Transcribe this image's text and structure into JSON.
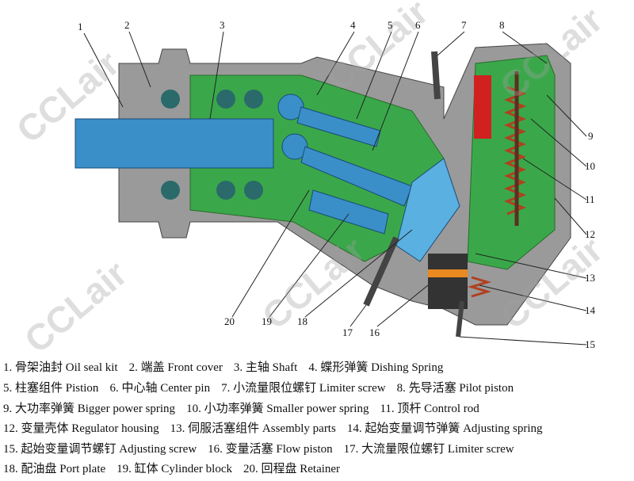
{
  "watermark": "CCLair",
  "callouts": [
    "1",
    "2",
    "3",
    "4",
    "5",
    "6",
    "7",
    "8",
    "9",
    "10",
    "11",
    "12",
    "13",
    "14",
    "15",
    "16",
    "17",
    "18",
    "19",
    "20"
  ],
  "legend": [
    [
      "1. 骨架油封 Oil seal kit",
      "2. 端盖 Front cover",
      "3. 主轴 Shaft",
      "4. 蝶形弹簧 Dishing Spring"
    ],
    [
      "5. 柱塞组件 Pistion",
      "6. 中心轴 Center pin",
      "7. 小流量限位螺钉 Limiter screw",
      "8. 先导活塞 Pilot piston"
    ],
    [
      "9. 大功率弹簧 Bigger power spring",
      "10. 小功率弹簧 Smaller power spring",
      "11. 顶杆 Control rod"
    ],
    [
      "12. 变量壳体 Regulator housing",
      "13. 伺服活塞组件 Assembly parts",
      "14. 起始变量调节弹簧 Adjusting spring"
    ],
    [
      "15. 起始变量调节螺钉 Adjusting screw",
      "16. 变量活塞 Flow piston",
      "17. 大流量限位螺钉 Limiter screw"
    ],
    [
      "18. 配油盘 Port plate",
      "19. 缸体 Cylinder block",
      "20. 回程盘 Retainer"
    ]
  ],
  "colors": {
    "housing": "#9a9a9a",
    "oil": "#3aa84a",
    "steel": "#3a8fc8",
    "spring": "#b04020",
    "red": "#d02020",
    "orange": "#e88a20"
  }
}
